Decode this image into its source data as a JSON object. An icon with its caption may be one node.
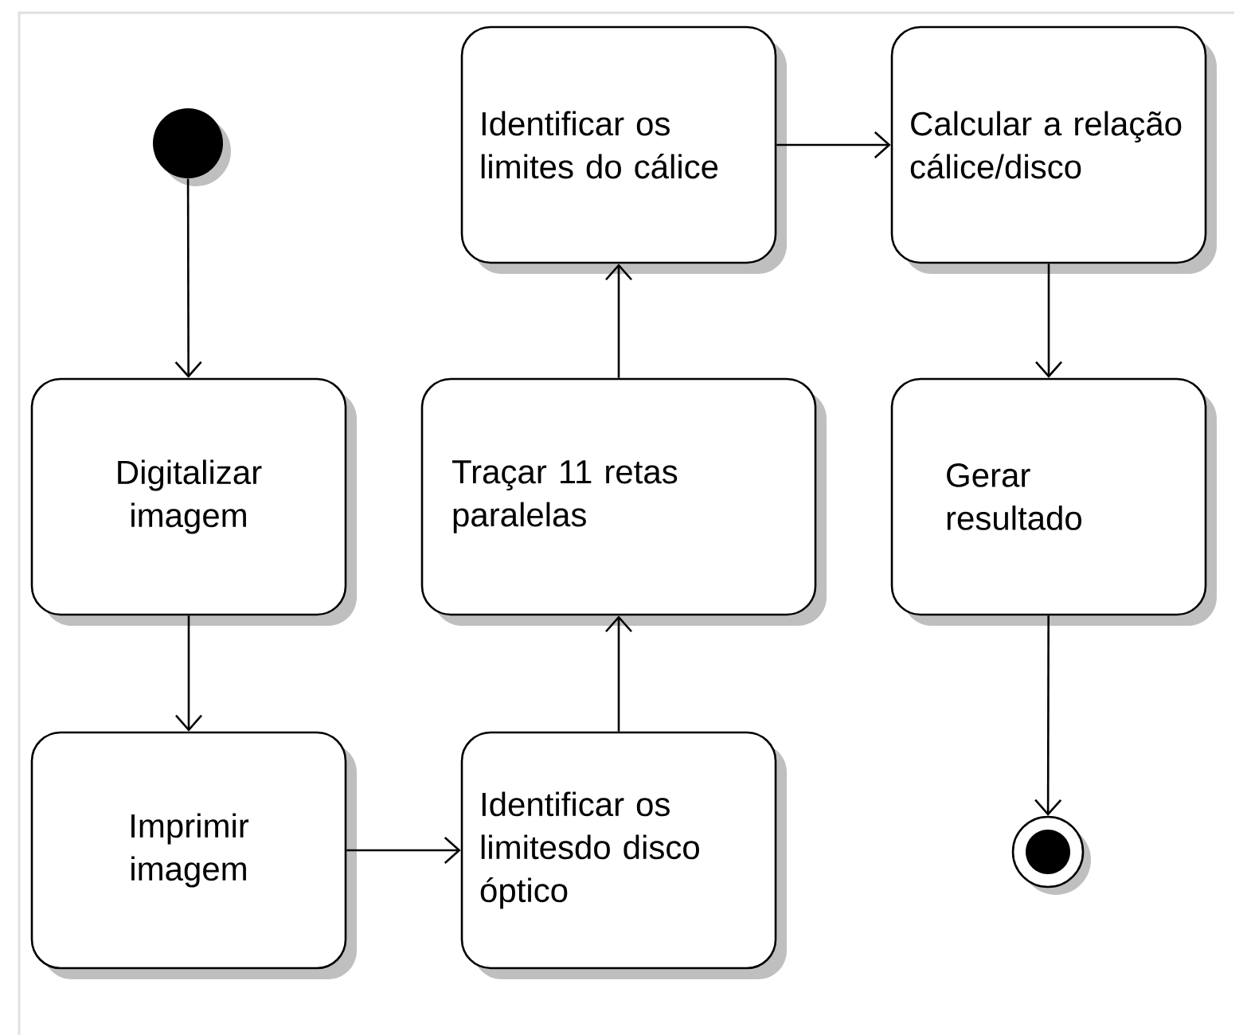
{
  "diagram": {
    "nodes": [
      {
        "text": [],
        "shape": "circle"
      },
      {
        "text": [
          "Digitalizar imagem"
        ]
      },
      {
        "text": [
          "Imprimir imagem"
        ]
      },
      {
        "text": [
          "Identificar os limitesdo disco óptico"
        ]
      },
      {
        "text": [
          "Traçar 11 retas paralelas"
        ]
      },
      {
        "text": [
          "Identificar os limites do cálice"
        ]
      },
      {
        "text": [
          "Calcular a relação cálice/disco"
        ]
      },
      {
        "text": [
          "Gerar resultado"
        ]
      },
      {
        "text": [],
        "shape": "bullseye"
      }
    ],
    "edges": [
      {
        "from": 0,
        "to": 1,
        "arrow": "to"
      },
      {
        "from": 1,
        "to": 2,
        "arrow": "to"
      },
      {
        "from": 2,
        "to": 3,
        "arrow": "to"
      },
      {
        "from": 3,
        "to": 4,
        "arrow": "to"
      },
      {
        "from": 4,
        "to": 5,
        "arrow": "to"
      },
      {
        "from": 5,
        "to": 6,
        "arrow": "to"
      },
      {
        "from": 6,
        "to": 7,
        "arrow": "to"
      },
      {
        "from": 7,
        "to": 8,
        "arrow": "to"
      }
    ]
  }
}
